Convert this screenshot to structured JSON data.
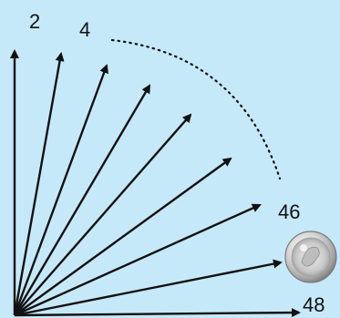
{
  "labels": {
    "first": "2",
    "second": "4",
    "penultimate": "46",
    "last": "48"
  },
  "arrow_count_visible": 9,
  "coin": {
    "description": "silver-coin"
  },
  "colors": {
    "background": "#c6e9fa",
    "arrow": "#111111",
    "coin_light": "#f4f4f4",
    "coin_dark": "#8a8a8a"
  }
}
